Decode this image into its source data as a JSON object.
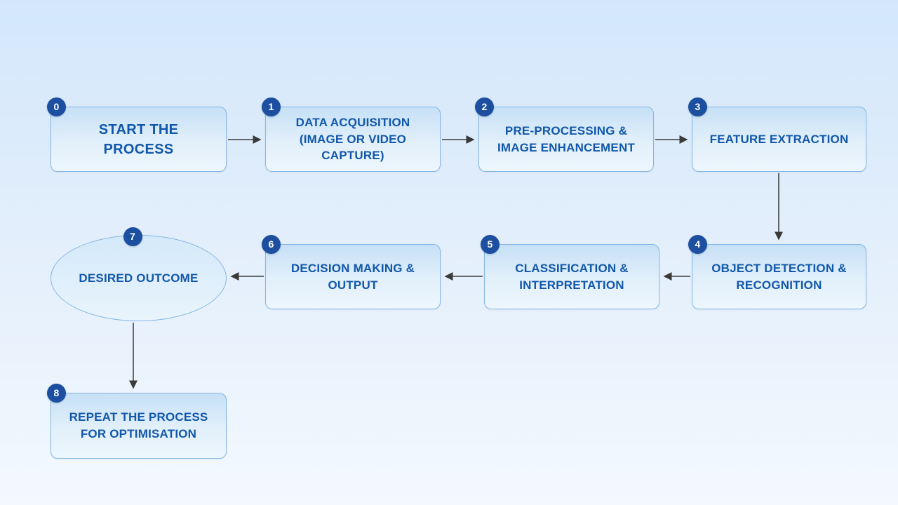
{
  "diagram": {
    "name": "computer-vision-process-flowchart",
    "nodes": [
      {
        "badge": "0",
        "label": "START THE PROCESS"
      },
      {
        "badge": "1",
        "label": "DATA ACQUISITION (IMAGE OR VIDEO CAPTURE)"
      },
      {
        "badge": "2",
        "label": "PRE-PROCESSING & IMAGE ENHANCEMENT"
      },
      {
        "badge": "3",
        "label": "FEATURE EXTRACTION"
      },
      {
        "badge": "4",
        "label": "OBJECT DETECTION & RECOGNITION"
      },
      {
        "badge": "5",
        "label": "CLASSIFICATION & INTERPRETATION"
      },
      {
        "badge": "6",
        "label": "DECISION MAKING & OUTPUT"
      },
      {
        "badge": "7",
        "label": "DESIRED OUTCOME"
      },
      {
        "badge": "8",
        "label": "REPEAT THE PROCESS FOR OPTIMISATION"
      }
    ],
    "edges": [
      {
        "from": "0",
        "to": "1",
        "direction": "right"
      },
      {
        "from": "1",
        "to": "2",
        "direction": "right"
      },
      {
        "from": "2",
        "to": "3",
        "direction": "right"
      },
      {
        "from": "3",
        "to": "4",
        "direction": "down"
      },
      {
        "from": "4",
        "to": "5",
        "direction": "left"
      },
      {
        "from": "5",
        "to": "6",
        "direction": "left"
      },
      {
        "from": "6",
        "to": "7",
        "direction": "left"
      },
      {
        "from": "7",
        "to": "8",
        "direction": "down"
      }
    ],
    "colors": {
      "badge_bg": "#1c4f9f",
      "node_border": "#86b6e3",
      "node_text": "#1157aa",
      "arrow": "#3a3a3a",
      "background_top": "#d3e7fb",
      "background_bottom": "#f3f9fe"
    }
  }
}
